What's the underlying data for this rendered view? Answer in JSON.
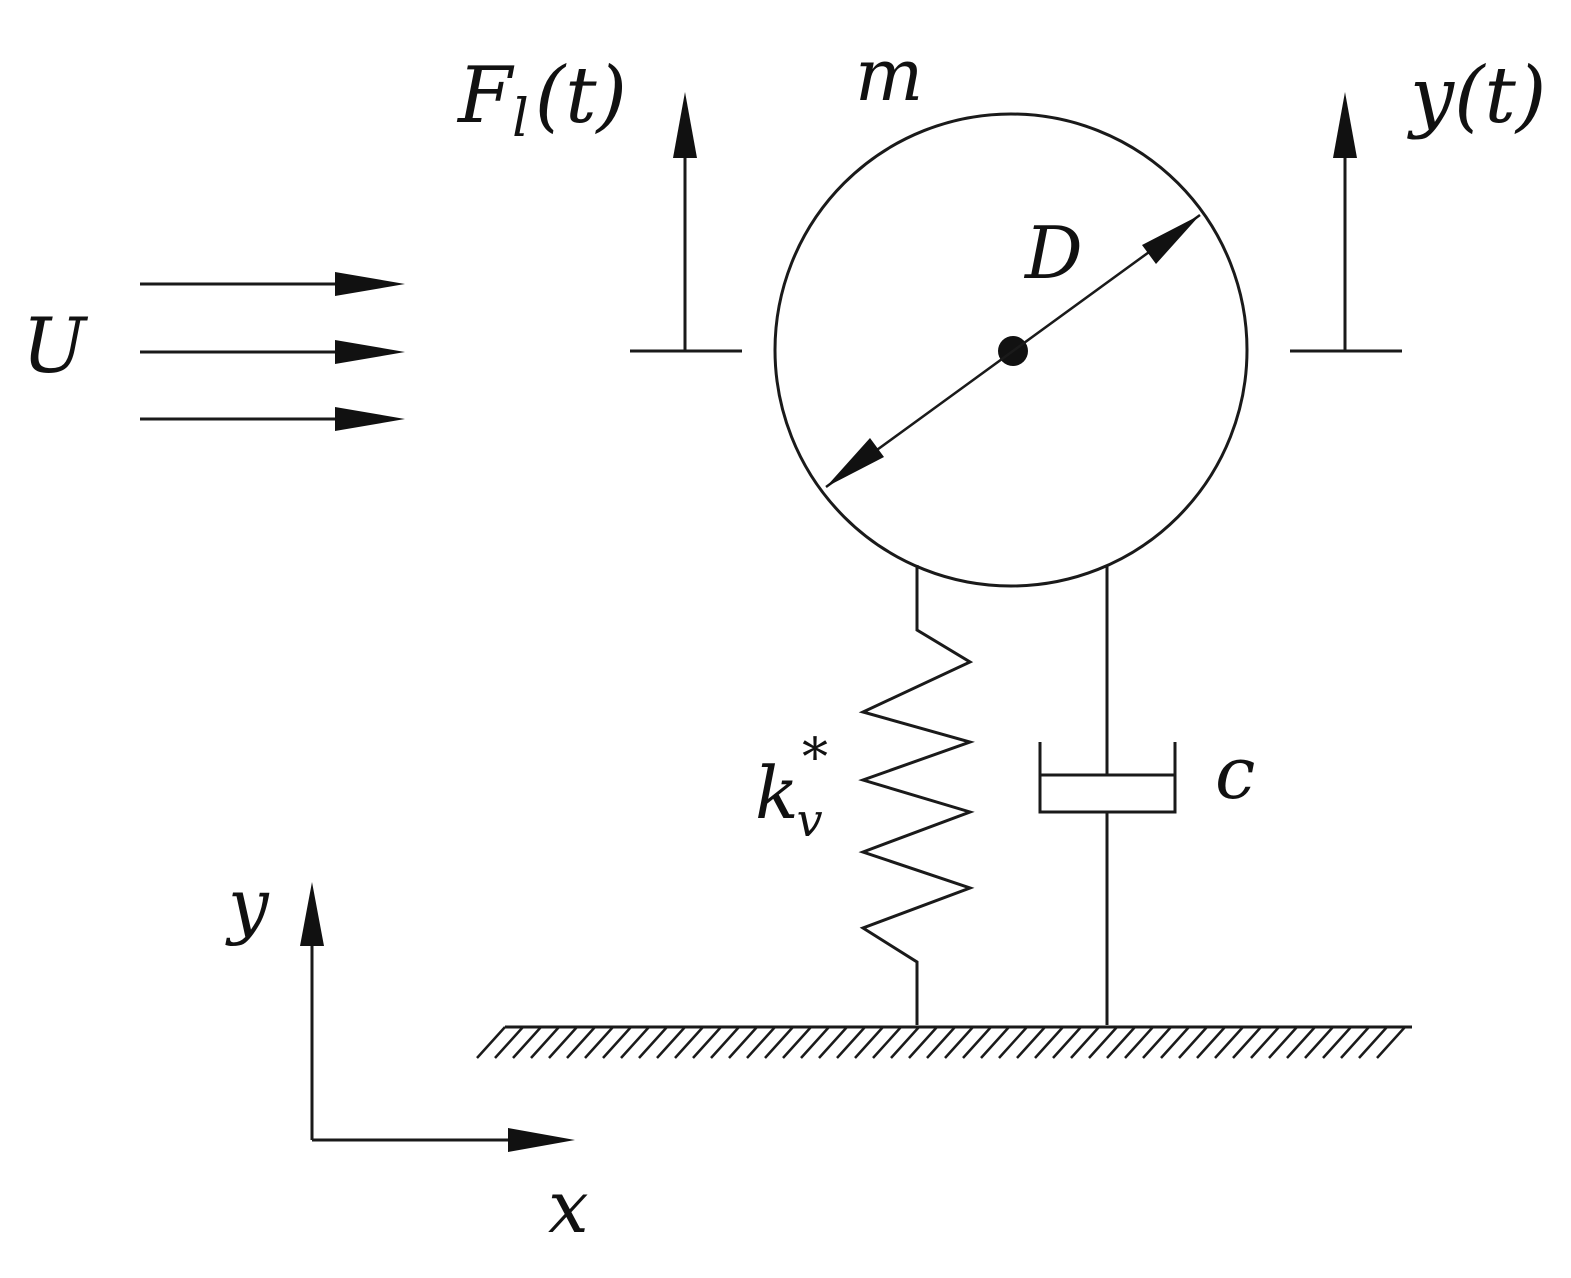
{
  "labels": {
    "flow_velocity": "U",
    "lift_force_main": "F",
    "lift_force_sub": "l",
    "lift_force_arg": "(t)",
    "mass": "m",
    "displacement": "y(t)",
    "diameter": "D",
    "spring_main": "k",
    "spring_sub": "v",
    "spring_sup": "*",
    "damper": "c",
    "axis_y": "y",
    "axis_x": "x"
  },
  "colors": {
    "ink": "#1a1a1a",
    "background": "#ffffff"
  }
}
